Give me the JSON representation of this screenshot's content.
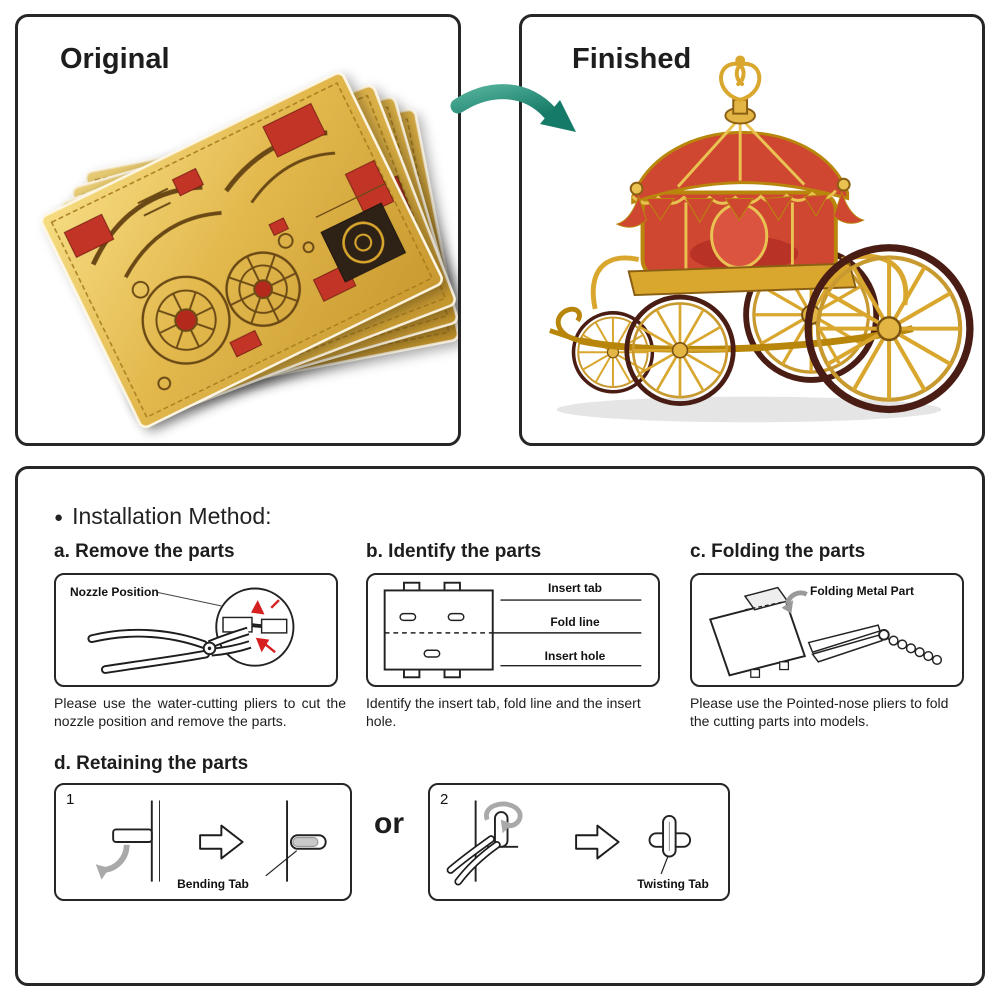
{
  "panels": {
    "original": {
      "title": "Original"
    },
    "finished": {
      "title": "Finished"
    }
  },
  "installation": {
    "bullet": "●",
    "heading": "Installation Method:",
    "steps": {
      "a": {
        "title": "a. Remove the parts",
        "diagram_label": "Nozzle Position",
        "caption": "Please use the water-cutting pliers to cut the nozzle position and remove the parts."
      },
      "b": {
        "title": "b. Identify the parts",
        "label_insert_tab": "Insert tab",
        "label_fold_line": "Fold line",
        "label_insert_hole": "Insert hole",
        "caption": "Identify the insert tab, fold line and the insert hole."
      },
      "c": {
        "title": "c. Folding the parts",
        "diagram_label": "Folding Metal Part",
        "caption": "Please use the Pointed-nose pliers to fold the cutting parts into models."
      },
      "d": {
        "title": "d. Retaining the parts",
        "or_label": "or",
        "method1": {
          "num": "1",
          "label": "Bending Tab"
        },
        "method2": {
          "num": "2",
          "label": "Twisting Tab"
        }
      }
    }
  },
  "colors": {
    "arrow_teal": "#2a9484",
    "sheet_gold": "#e0b449",
    "accent_red": "#c9342a",
    "outline": "#262626"
  }
}
